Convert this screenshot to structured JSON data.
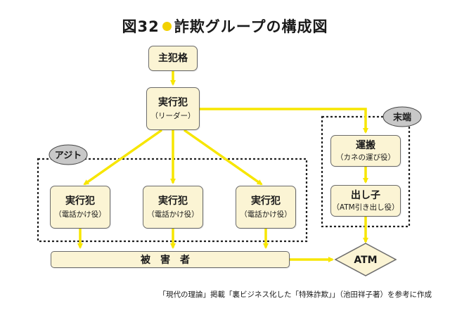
{
  "title": {
    "number": "図32",
    "text": "詐欺グループの構成図"
  },
  "nodes": {
    "boss": {
      "main": "主犯格"
    },
    "leader": {
      "main": "実行犯",
      "sub": "（リーダー）"
    },
    "caller1": {
      "main": "実行犯",
      "sub": "（電話かけ役）"
    },
    "caller2": {
      "main": "実行犯",
      "sub": "（電話かけ役）"
    },
    "caller3": {
      "main": "実行犯",
      "sub": "（電話かけ役）"
    },
    "transport": {
      "main": "運搬",
      "sub": "（カネの運び役）"
    },
    "withdrawer": {
      "main": "出し子",
      "sub": "（ATM引き出し役）"
    },
    "victim": {
      "main": "被害者"
    },
    "atm": {
      "main": "ATM"
    }
  },
  "groups": {
    "hideout": "アジト",
    "terminal": "末端"
  },
  "source": "「現代の理論」掲載「裏ビジネス化した「特殊詐欺」」（池田祥子著）を参考に作成",
  "colors": {
    "arrow": "#f7e600",
    "box_fill": "#fbf4d4",
    "box_border": "#6b6b6b",
    "label_bubble": "#c8c8c8",
    "dot": "#f2d100"
  }
}
